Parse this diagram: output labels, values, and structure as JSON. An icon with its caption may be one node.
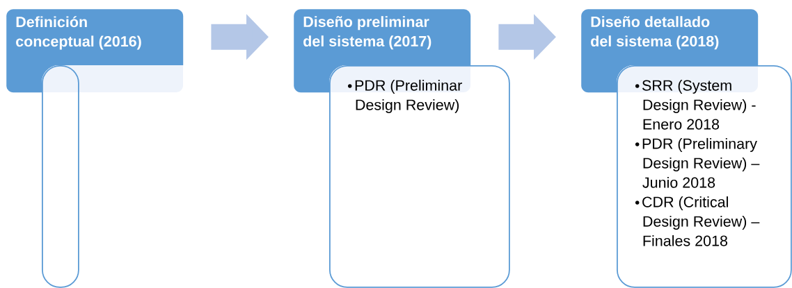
{
  "diagram": {
    "nodes": [
      {
        "text": [
          "Definición conceptual (2016)"
        ]
      },
      {
        "text": [],
        "shape": "box"
      },
      {
        "text": [
          "Diseño preliminar del sistema (2017)"
        ]
      },
      {
        "text": [
          "PDR (Preliminar Design Review)"
        ]
      },
      {
        "text": [
          "Diseño detallado del sistema (2018)"
        ]
      },
      {
        "text": [
          "SRR (System Design Review) - Enero 2018",
          "PDR (Preliminary Design Review) – Junio 2018",
          "CDR (Critical Design Review) – Finales 2018"
        ]
      }
    ],
    "edges": [
      {
        "from": 0,
        "to": 2,
        "arrow": "to"
      },
      {
        "from": 2,
        "to": 4,
        "arrow": "to"
      }
    ]
  }
}
